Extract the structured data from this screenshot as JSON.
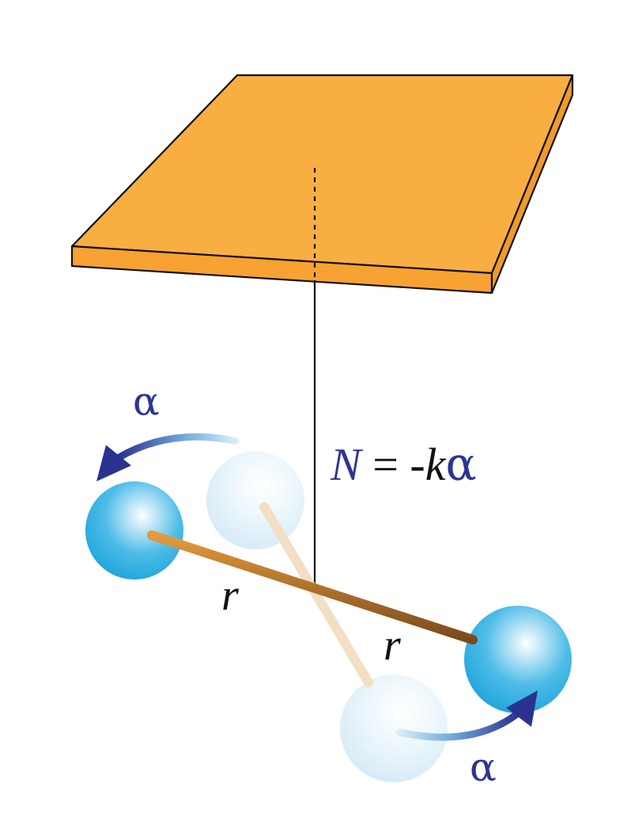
{
  "colors": {
    "plate_top": "#F9AE42",
    "plate_side": "#F7A232",
    "sphere_blue": "#1FA8DF",
    "sphere_ghost": "#DCEEF8",
    "rod": "#C07A2C",
    "rod_ghost": "#F2DDC0",
    "arrow_blue": "#2A3290",
    "label_blue": "#2E3591",
    "text_black": "#111111"
  },
  "labels": {
    "alpha_top": "α",
    "alpha_bottom": "α",
    "radius_left": "r",
    "radius_right": "r",
    "equation_lhs": "N",
    "equation_eq": " = -",
    "equation_k": "k",
    "equation_alpha": "α"
  }
}
